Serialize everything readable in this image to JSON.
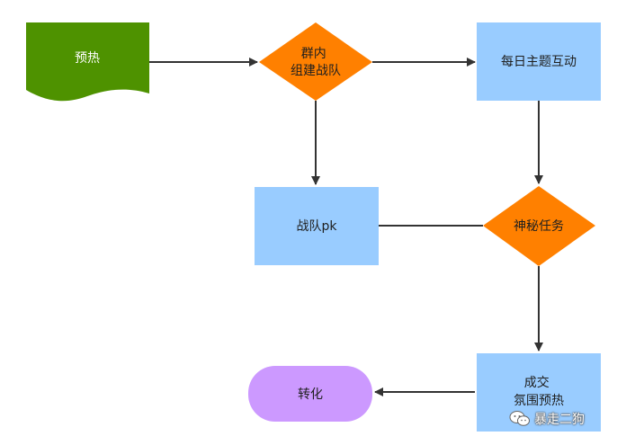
{
  "nodes": {
    "preheat": {
      "label": "预热",
      "color": "#4e9200"
    },
    "group_team": {
      "lines": [
        "群内",
        "组建战队"
      ],
      "color": "#ff8000"
    },
    "daily_topic": {
      "label": "每日主题互动",
      "color": "#99ccff"
    },
    "team_pk": {
      "label": "战队pk",
      "color": "#99ccff"
    },
    "mystery_task": {
      "label": "神秘任务",
      "color": "#ff8000"
    },
    "deal": {
      "lines": [
        "成交",
        "氛围预热"
      ],
      "color": "#99ccff"
    },
    "convert": {
      "label": "转化",
      "color": "#cc99ff"
    }
  },
  "edges": [
    {
      "from": "preheat",
      "to": "group_team",
      "arrow": true
    },
    {
      "from": "group_team",
      "to": "daily_topic",
      "arrow": true
    },
    {
      "from": "group_team",
      "to": "team_pk",
      "arrow": true
    },
    {
      "from": "daily_topic",
      "to": "mystery_task",
      "arrow": true
    },
    {
      "from": "mystery_task",
      "to": "team_pk",
      "arrow": false
    },
    {
      "from": "mystery_task",
      "to": "deal",
      "arrow": true
    },
    {
      "from": "deal",
      "to": "convert",
      "arrow": true
    }
  ],
  "watermark": {
    "text": "暴走二狗",
    "icon": "wechat-icon"
  },
  "colors": {
    "edge": "#333333"
  }
}
